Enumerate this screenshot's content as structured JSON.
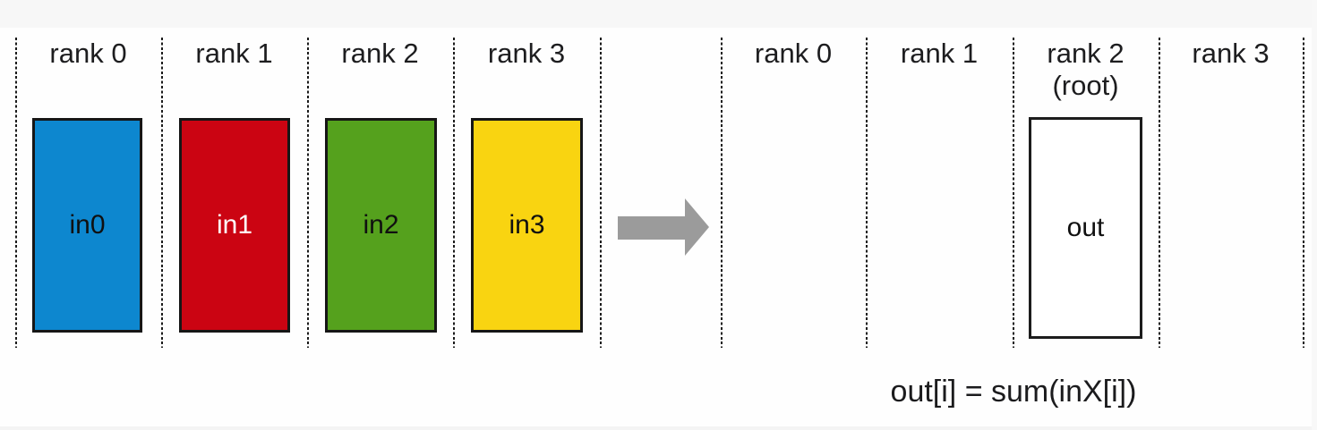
{
  "diagram": {
    "left_group": {
      "ranks": [
        {
          "label": "rank 0"
        },
        {
          "label": "rank 1"
        },
        {
          "label": "rank 2"
        },
        {
          "label": "rank 3"
        }
      ],
      "buffers": [
        {
          "label": "in0",
          "fill": "#0d87cf",
          "text_color": "#101010"
        },
        {
          "label": "in1",
          "fill": "#cb0412",
          "text_color": "#ffffff"
        },
        {
          "label": "in2",
          "fill": "#55a11d",
          "text_color": "#101010"
        },
        {
          "label": "in3",
          "fill": "#f9d411",
          "text_color": "#101010"
        }
      ]
    },
    "arrow": {
      "icon": "right-arrow-icon",
      "color": "#9b9b9b"
    },
    "right_group": {
      "ranks": [
        {
          "label": "rank 0",
          "sublabel": ""
        },
        {
          "label": "rank 1",
          "sublabel": ""
        },
        {
          "label": "rank 2",
          "sublabel": "(root)"
        },
        {
          "label": "rank 3",
          "sublabel": ""
        }
      ],
      "buffer": {
        "label": "out",
        "fill": "#ffffff",
        "text_color": "#101010"
      }
    },
    "formula": "out[i] = sum(inX[i])",
    "divider_color": "#1b1b1b"
  }
}
